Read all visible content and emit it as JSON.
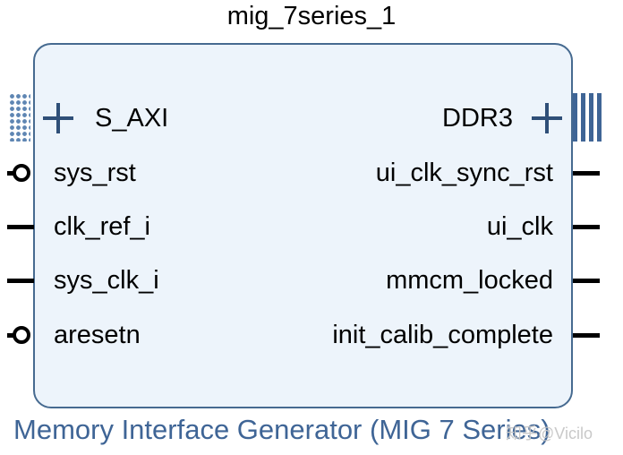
{
  "block": {
    "instance_name": "mig_7series_1",
    "ip_name": "Memory Interface Generator (MIG 7 Series)",
    "left_ports": [
      {
        "name": "S_AXI",
        "kind": "interface-bus"
      },
      {
        "name": "sys_rst",
        "kind": "active-low"
      },
      {
        "name": "clk_ref_i",
        "kind": "single"
      },
      {
        "name": "sys_clk_i",
        "kind": "single"
      },
      {
        "name": "aresetn",
        "kind": "active-low"
      }
    ],
    "right_ports": [
      {
        "name": "DDR3",
        "kind": "interface-bus"
      },
      {
        "name": "ui_clk_sync_rst",
        "kind": "single"
      },
      {
        "name": "ui_clk",
        "kind": "single"
      },
      {
        "name": "mmcm_locked",
        "kind": "single"
      },
      {
        "name": "init_calib_complete",
        "kind": "single"
      }
    ]
  },
  "watermark": "知乎@Vicilo",
  "colors": {
    "block_fill": "#edf4fb",
    "block_border": "#466a90",
    "interface_blue": "#2f4f78",
    "caption_blue": "#3f6596"
  }
}
